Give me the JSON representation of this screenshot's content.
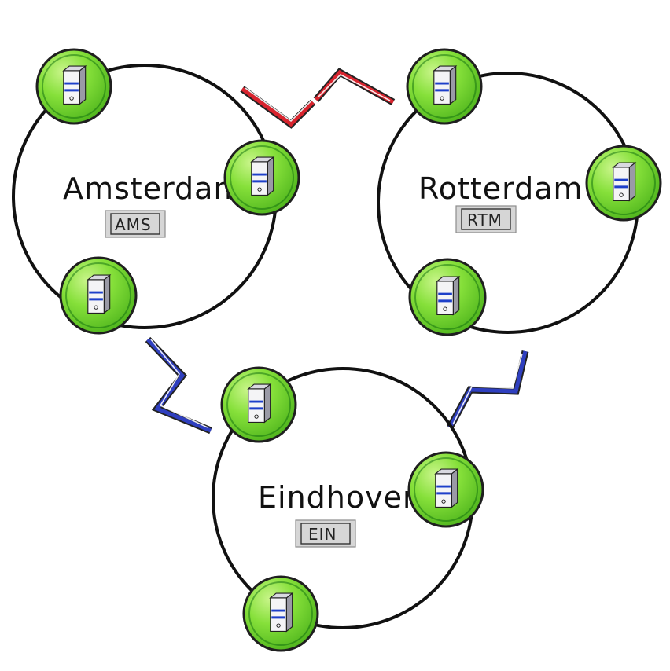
{
  "colors": {
    "node_fill": "#7ddc2e",
    "node_highlight": "#b9f071",
    "server_stripe": "#1d3fc9",
    "link_red": "#d8242e",
    "link_blue": "#2f3fbf",
    "code_box": "#d6d6d6"
  },
  "sites": [
    {
      "name": "Amsterdam",
      "code": "AMS",
      "nodes": [
        {
          "icon": "server-icon"
        },
        {
          "icon": "server-icon"
        },
        {
          "icon": "server-icon"
        }
      ]
    },
    {
      "name": "Rotterdam",
      "code": "RTM",
      "nodes": [
        {
          "icon": "server-icon"
        },
        {
          "icon": "server-icon"
        },
        {
          "icon": "server-icon"
        }
      ]
    },
    {
      "name": "Eindhoven",
      "code": "EIN",
      "nodes": [
        {
          "icon": "server-icon"
        },
        {
          "icon": "server-icon"
        },
        {
          "icon": "server-icon"
        }
      ]
    }
  ],
  "links": [
    {
      "from": "AMS",
      "to": "RTM",
      "color": "red",
      "state": "broken"
    },
    {
      "from": "AMS",
      "to": "EIN",
      "color": "blue",
      "state": "connected"
    },
    {
      "from": "RTM",
      "to": "EIN",
      "color": "blue",
      "state": "connected"
    }
  ]
}
